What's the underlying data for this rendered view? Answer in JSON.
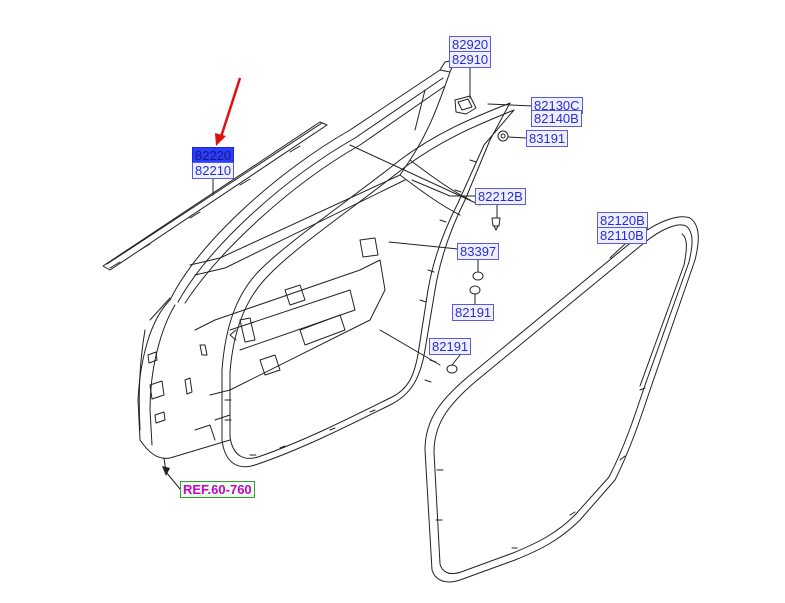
{
  "labels": {
    "l82920": "82920",
    "l82910": "82910",
    "l82130C": "82130C",
    "l82140B": "82140B",
    "l83191": "83191",
    "l82220": "82220",
    "l82210": "82210",
    "l82212B": "82212B",
    "l82120B": "82120B",
    "l82110B": "82110B",
    "l83397": "83397",
    "l82191a": "82191",
    "l82191b": "82191",
    "ref": "REF.60-760"
  },
  "colors": {
    "label_text": "#2b2bd6",
    "highlight": "#2a3cff",
    "ref_text": "#d000d0",
    "arrow": "#e01010",
    "line": "#222222"
  }
}
